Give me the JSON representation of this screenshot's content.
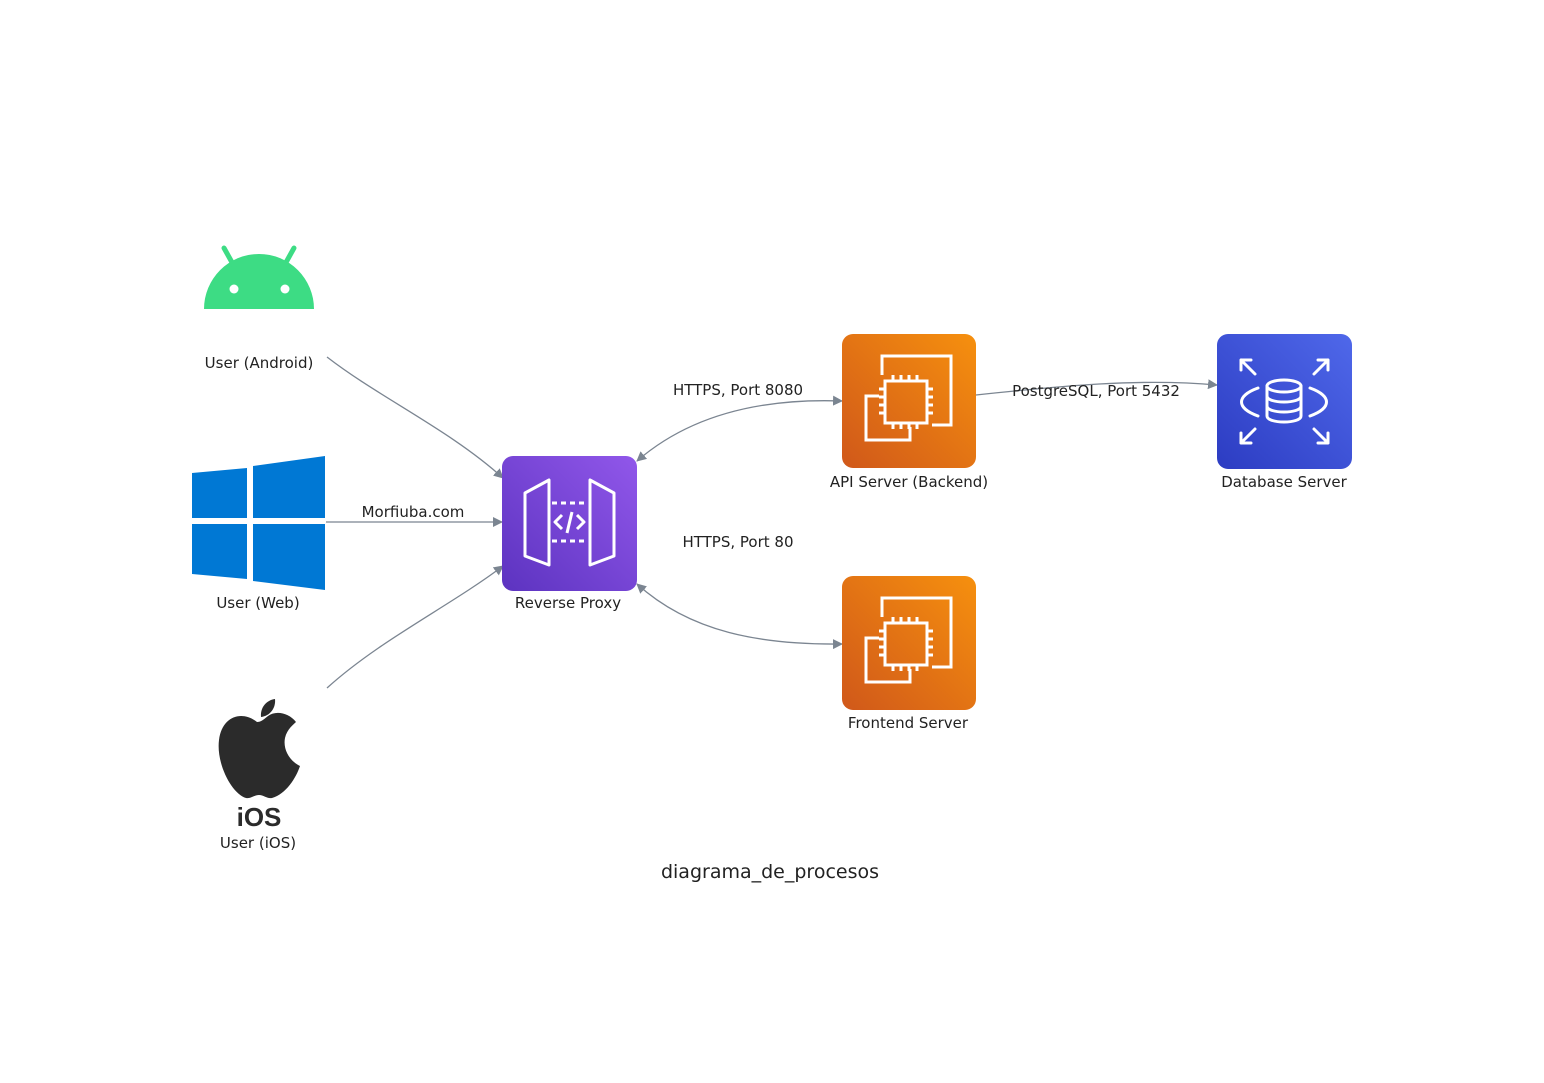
{
  "title": "diagrama_de_procesos",
  "nodes": {
    "android": {
      "label": "User (Android)",
      "icon": "android-icon"
    },
    "web": {
      "label": "User (Web)",
      "icon": "windows-icon"
    },
    "ios": {
      "label": "User (iOS)",
      "icon": "apple-ios-icon",
      "icon_text": "iOS"
    },
    "proxy": {
      "label": "Reverse Proxy",
      "icon": "api-gateway-icon"
    },
    "api": {
      "label": "API Server (Backend)",
      "icon": "ec2-instance-icon"
    },
    "frontend": {
      "label": "Frontend Server",
      "icon": "ec2-instance-icon"
    },
    "db": {
      "label": "Database Server",
      "icon": "rds-database-icon"
    }
  },
  "edges": {
    "web_proxy": {
      "label": "Morfiuba.com"
    },
    "proxy_api": {
      "label": "HTTPS, Port 8080"
    },
    "proxy_frontend": {
      "label": "HTTPS, Port 80"
    },
    "api_db": {
      "label": "PostgreSQL, Port 5432"
    }
  },
  "colors": {
    "android": "#3ddc84",
    "windows": "#0078d4",
    "apple": "#2b2b2b",
    "proxy_top": "#9157ea",
    "proxy_bottom": "#5c33c0",
    "ec2_top": "#f6900e",
    "ec2_bottom": "#d0581a",
    "rds_top": "#4f68ea",
    "rds_bottom": "#2c3cc2",
    "edge": "#7b8591"
  }
}
